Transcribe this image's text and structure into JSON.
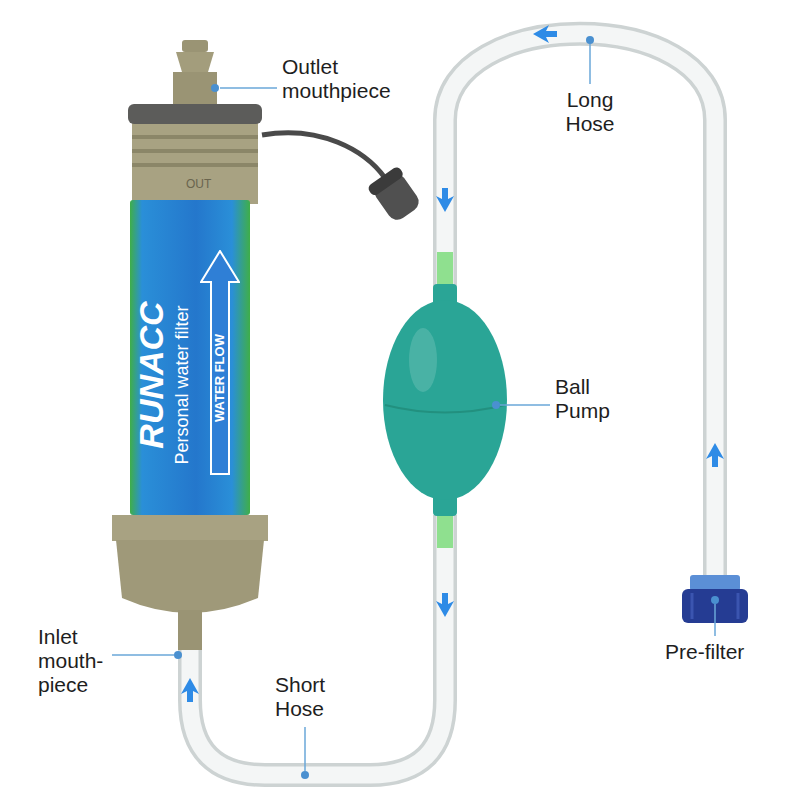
{
  "diagram": {
    "nodes": [
      {
        "text": [
          "RUNACC",
          "Personal water filter"
        ]
      },
      {
        "text": [
          "WATER FLOW"
        ],
        "in": 0
      }
    ],
    "labels": [
      "Outlet mouthpiece",
      "Long Hose",
      "OUT",
      "Ball Pump",
      "Pre-filter",
      "Inlet mouth- piece",
      "Short Hose"
    ]
  }
}
